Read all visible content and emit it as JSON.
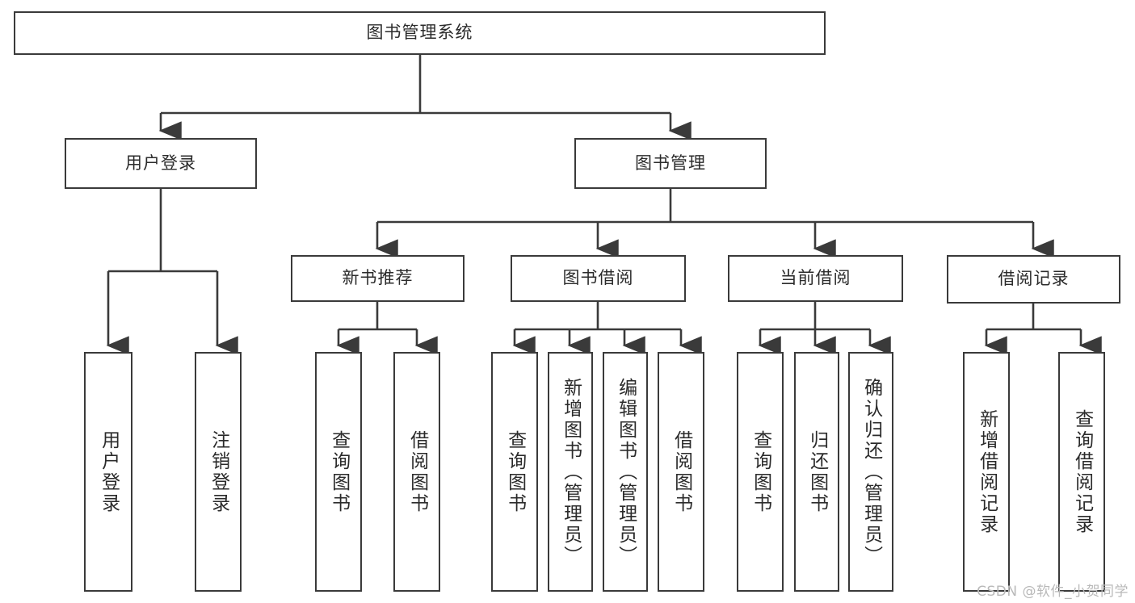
{
  "diagram": {
    "type": "tree",
    "title": "图书管理系统",
    "stroke_color": "#3a3a3a",
    "background_color": "#ffffff",
    "text_color": "#2b2b2b",
    "root": {
      "label": "图书管理系统",
      "orientation": "horizontal"
    },
    "level2": [
      {
        "label": "用户登录",
        "orientation": "horizontal"
      },
      {
        "label": "图书管理",
        "orientation": "horizontal"
      }
    ],
    "level3": [
      {
        "label": "新书推荐",
        "orientation": "horizontal"
      },
      {
        "label": "图书借阅",
        "orientation": "horizontal"
      },
      {
        "label": "当前借阅",
        "orientation": "horizontal"
      },
      {
        "label": "借阅记录",
        "orientation": "horizontal"
      }
    ],
    "leaves": {
      "user_login": [
        {
          "label": "用户登录",
          "orientation": "vertical"
        },
        {
          "label": "注销登录",
          "orientation": "vertical"
        }
      ],
      "new_book_recommend": [
        {
          "label": "查询图书",
          "orientation": "vertical"
        },
        {
          "label": "借阅图书",
          "orientation": "vertical"
        }
      ],
      "book_borrow": [
        {
          "label": "查询图书",
          "orientation": "vertical"
        },
        {
          "label": "新增图书（管理员）",
          "orientation": "vertical"
        },
        {
          "label": "编辑图书（管理员）",
          "orientation": "vertical"
        },
        {
          "label": "借阅图书",
          "orientation": "vertical"
        }
      ],
      "current_borrow": [
        {
          "label": "查询图书",
          "orientation": "vertical"
        },
        {
          "label": "归还图书",
          "orientation": "vertical"
        },
        {
          "label": "确认归还（管理员）",
          "orientation": "vertical"
        }
      ],
      "borrow_record": [
        {
          "label": "新增借阅记录",
          "orientation": "vertical"
        },
        {
          "label": "查询借阅记录",
          "orientation": "vertical"
        }
      ]
    },
    "watermark": "CSDN @软件_小贺同学"
  }
}
